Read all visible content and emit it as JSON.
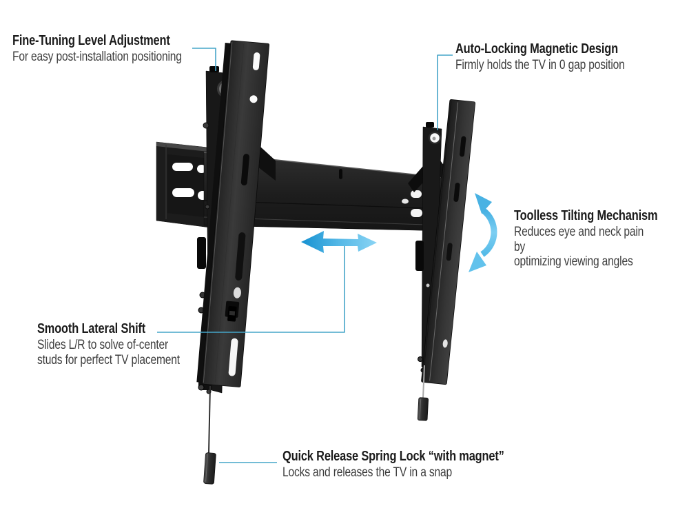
{
  "diagram": {
    "type": "product-feature-callout-diagram",
    "product": "tilting TV wall mount bracket"
  },
  "callouts": {
    "fine_tuning": {
      "title": "Fine-Tuning Level Adjustment",
      "description": "For easy post-installation positioning"
    },
    "auto_locking": {
      "title": "Auto-Locking Magnetic Design",
      "description": "Firmly holds the TV in 0 gap position"
    },
    "tilting": {
      "title": "Toolless Tilting Mechanism",
      "description": "Reduces eye and neck pain by\noptimizing viewing angles"
    },
    "lateral_shift": {
      "title": "Smooth Lateral Shift",
      "description": "Slides L/R to solve of-center\nstuds for perfect TV placement"
    },
    "spring_lock": {
      "title": "Quick Release Spring Lock “with magnet”",
      "description": "Locks and releases the TV in a snap"
    }
  },
  "icons": {
    "lateral_arrow": "double-headed-horizontal-arrow",
    "tilt_arrow": "curved-double-headed-arrow"
  },
  "colors": {
    "background": "#ffffff",
    "callout_line": "#45a5c8",
    "arrow_blue_dark": "#1691d1",
    "arrow_blue_light": "#8ad4f4",
    "heading_text": "#1b1b1b",
    "body_text": "#3d3d3d",
    "product_metal_dark": "#181818",
    "product_metal_light": "#3d3d3d"
  }
}
